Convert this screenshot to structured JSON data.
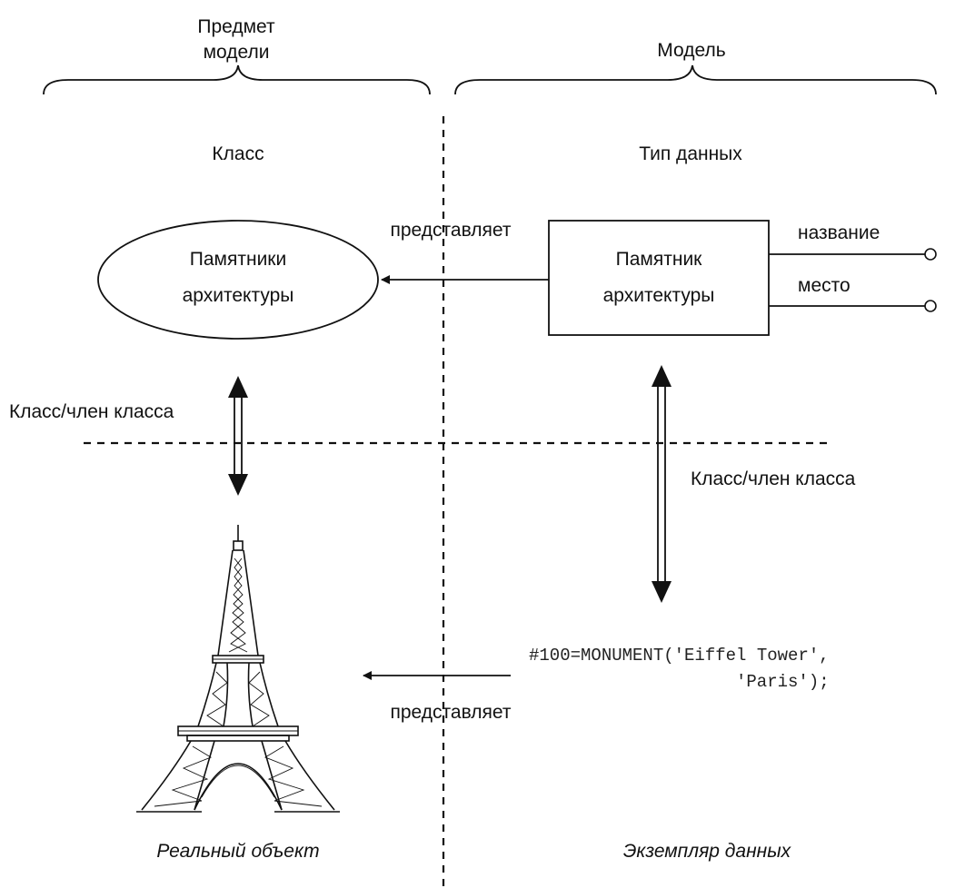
{
  "headers": {
    "left_line1": "Предмет",
    "left_line2": "модели",
    "right": "Модель"
  },
  "left_column_title": "Класс",
  "right_column_title": "Тип данных",
  "class_ellipse": {
    "line1": "Памятники",
    "line2": "архитектуры"
  },
  "datatype_box": {
    "line1": "Памятник",
    "line2": "архитектуры"
  },
  "attributes": [
    "название",
    "место"
  ],
  "arrow_labels": {
    "represents_top": "представляет",
    "represents_bottom": "представляет",
    "class_member_left": "Класс/член класса",
    "class_member_right": "Класс/член класса"
  },
  "code": {
    "line1": "#100=MONUMENT('Eiffel Tower',",
    "line2": "'Paris');"
  },
  "captions": {
    "left": "Реальный объект",
    "right": "Экземпляр данных"
  },
  "icons": {
    "tower": "eiffel-tower-icon"
  }
}
